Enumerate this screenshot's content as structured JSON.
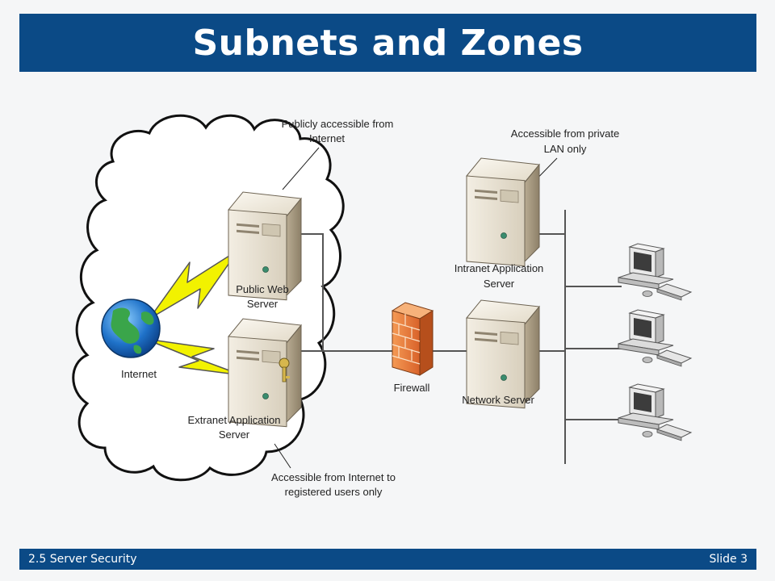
{
  "slide": {
    "title": "Subnets and Zones",
    "footer_left": "2.5 Server Security",
    "footer_right": "Slide 3"
  },
  "diagram": {
    "callouts": {
      "public": [
        "Publicly accessible from",
        "Internet"
      ],
      "private": [
        "Accessible from private",
        "LAN only"
      ],
      "registered": [
        "Accessible from Internet to",
        "registered users only"
      ]
    },
    "nodes": {
      "internet": "Internet",
      "public_web_server": [
        "Public Web",
        "Server"
      ],
      "extranet_server": [
        "Extranet Application",
        "Server"
      ],
      "firewall": "Firewall",
      "intranet_server": [
        "Intranet Application",
        "Server"
      ],
      "network_server": "Network Server"
    }
  },
  "colors": {
    "header": "#0b4a86",
    "lightning": "#f2f200",
    "firewall": "#e8783a",
    "server_body": "#e6dfcf"
  }
}
